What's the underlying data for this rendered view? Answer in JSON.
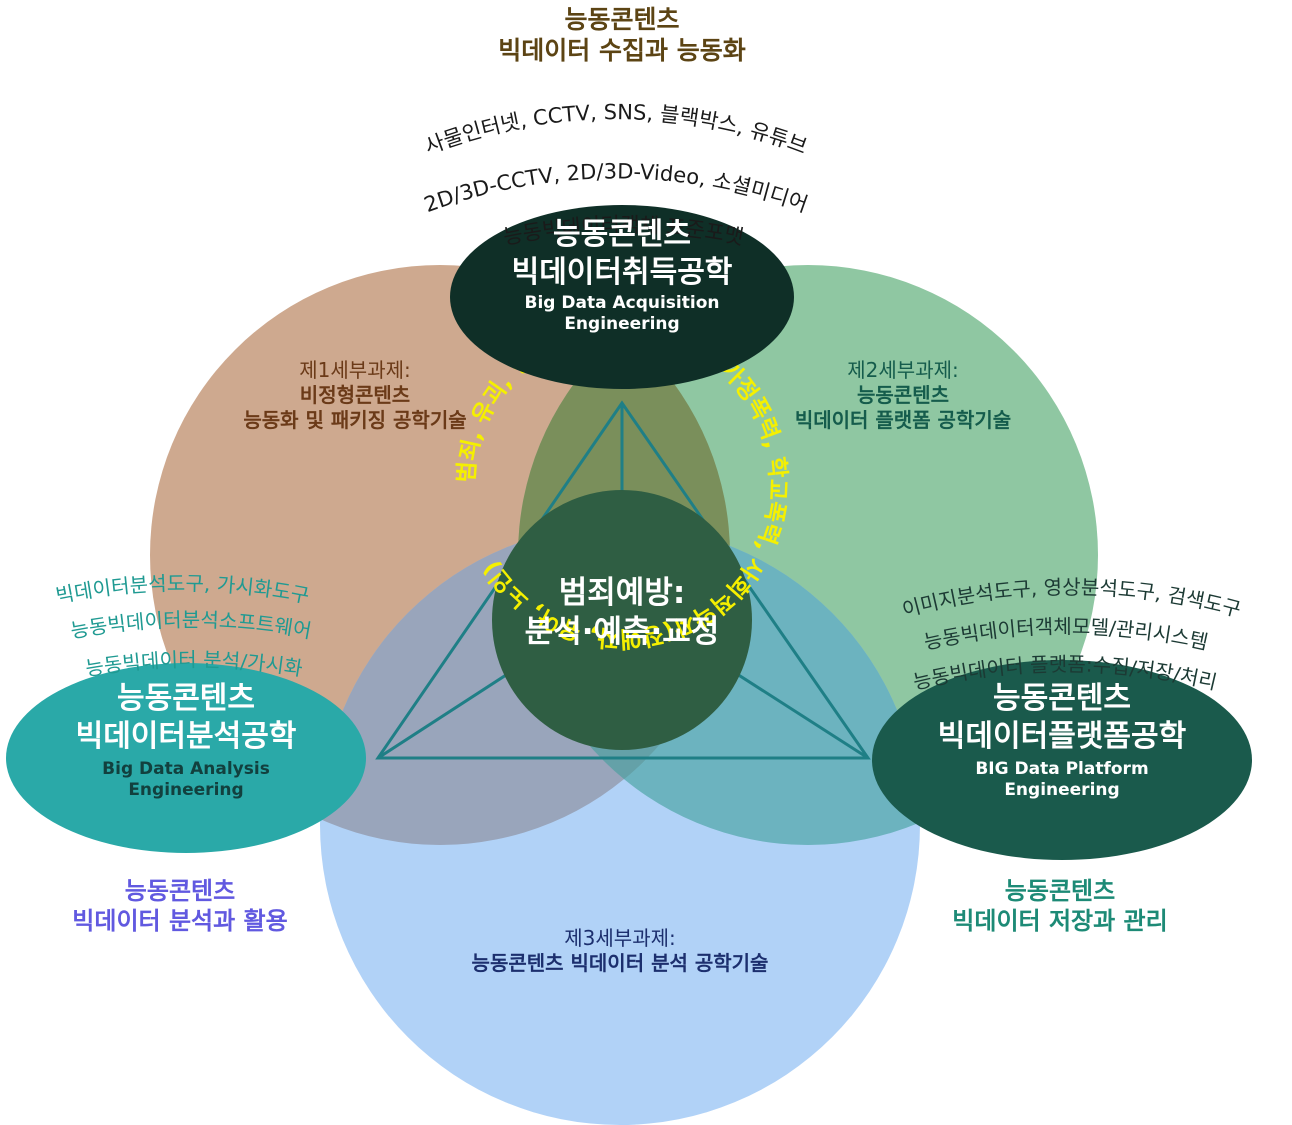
{
  "top_heading": {
    "line1": "능동콘텐츠",
    "line2": "빅데이터 수집과 능동화"
  },
  "top_arc_text": {
    "line1": "사물인터넷, CCTV, SNS, 블랙박스, 유튜브",
    "line2": "2D/3D-CCTV, 2D/3D-Video, 소셜미디어",
    "line3": "능동빅데이터객체 표준포맷"
  },
  "acquisition_node": {
    "title1": "능동콘텐츠",
    "title2": "빅데이터취득공학",
    "en1": "Big Data Acquisition",
    "en2": "Engineering"
  },
  "analysis_node": {
    "title1": "능동콘텐츠",
    "title2": "빅데이터분석공학",
    "en1": "Big Data Analysis",
    "en2": "Engineering"
  },
  "platform_node": {
    "title1": "능동콘텐츠",
    "title2": "빅데이터플랫폼공학",
    "en1": "BIG Data Platform",
    "en2": "Engineering"
  },
  "task1": {
    "label": "제1세부과제:",
    "line1": "비정형콘텐츠",
    "line2": "능동화 및 패키징 공학기술"
  },
  "task2": {
    "label": "제2세부과제:",
    "line1": "능동콘텐츠",
    "line2": "빅데이터 플랫폼 공학기술"
  },
  "task3": {
    "label": "제3세부과제:",
    "line1": "능동콘텐츠 빅데이터 분석 공학기술"
  },
  "left_arc_text": {
    "line1": "빅데이터분석도구, 가시화도구",
    "line2": "능동빅데이터분석소프트웨어",
    "line3": "능동빅데이터 분석/가시화"
  },
  "right_arc_text": {
    "line1": "이미지분석도구, 영상분석도구, 검색도구",
    "line2": "능동빅데이터객체모델/관리시스템",
    "line3": "능동빅데이터 플랫폼:수집/저장/처리"
  },
  "center": {
    "line1": "범죄예방:",
    "line2": "분석·예측·교정"
  },
  "ring_text": "범죄, 유괴, 행불자, 테러, 성폭력, 가정폭력, 학교폭력, 사회적약자(장애자, 유아, 노인)",
  "bottom_left_caption": {
    "line1": "능동콘텐츠",
    "line2": "빅데이터 분석과 활용"
  },
  "bottom_right_caption": {
    "line1": "능동콘텐츠",
    "line2": "빅데이터 저장과 관리"
  },
  "colors": {
    "circle_brown": "#c9a083",
    "circle_green": "#7fbf95",
    "circle_blue": "#a9cdf6",
    "center_disk": "#2f5e43",
    "acq_ellipse": "#0f2f27",
    "ana_ellipse": "#2aa9a8",
    "plat_ellipse": "#1a5a4c",
    "ring_text": "#f5f000",
    "top_heading": "#5c4414",
    "task1_text": "#6b3a18",
    "task2_text": "#155c4c",
    "task3_text": "#1c2f6e",
    "left_arc": "#1f9a92",
    "bottom_left_caption": "#6159e0",
    "bottom_right_caption": "#1d8a76"
  }
}
